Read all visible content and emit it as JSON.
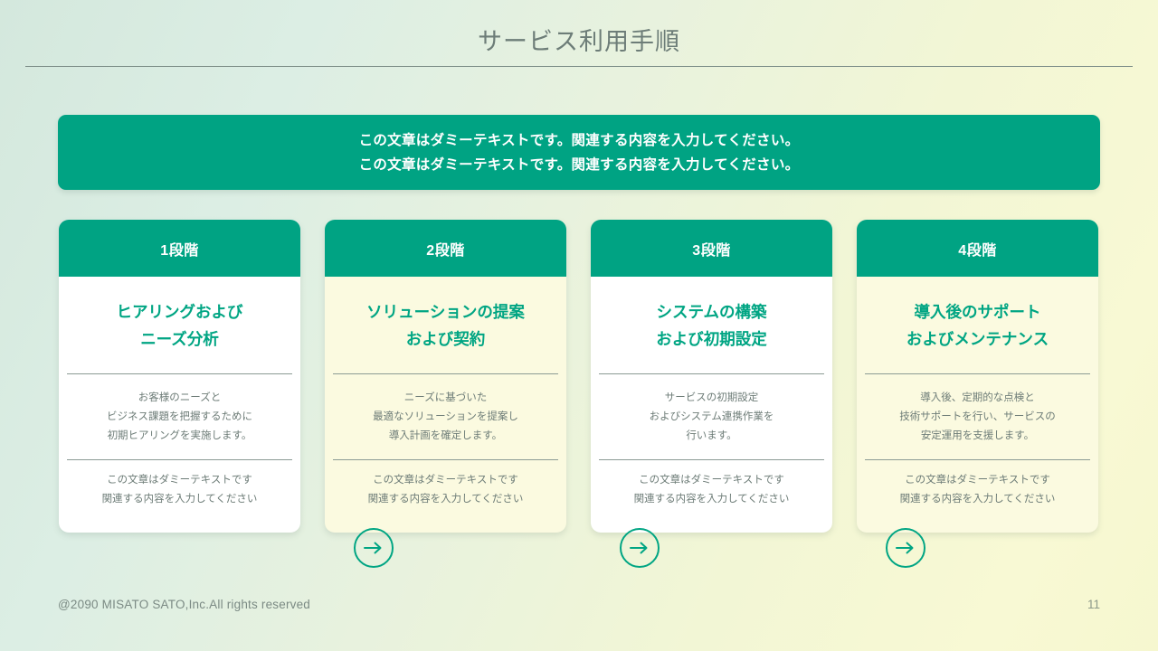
{
  "slide": {
    "title": "サービス利用手順",
    "accent_green": "#00a383",
    "title_color": "#6d7d78",
    "body_color": "#6d7c77"
  },
  "banner": {
    "lines": [
      "この文章はダミーテキストです。関連する内容を入力してください。",
      "この文章はダミーテキストです。関連する内容を入力してください。"
    ]
  },
  "cards": [
    {
      "step": "1段階",
      "title": "ヒアリングおよび\nニーズ分析",
      "title_line1": "ヒアリングおよび",
      "title_line2": "ニーズ分析",
      "desc_line1": "お客様のニーズと",
      "desc_line2": "ビジネス課題を把握するために",
      "desc_line3": "初期ヒアリングを実施します。",
      "note_line1": "この文章はダミーテキストです",
      "note_line2": "関連する内容を入力してください",
      "background": "#ffffff"
    },
    {
      "step": "2段階",
      "title": "ソリューションの提案\nおよび契約",
      "title_line1": "ソリューションの提案",
      "title_line2": "および契約",
      "desc_line1": "ニーズに基づいた",
      "desc_line2": "最適なソリューションを提案し",
      "desc_line3": "導入計画を確定します。",
      "note_line1": "この文章はダミーテキストです",
      "note_line2": "関連する内容を入力してください",
      "background": "#fbfae0"
    },
    {
      "step": "3段階",
      "title": "システムの構築\nおよび初期設定",
      "title_line1": "システムの構築",
      "title_line2": "および初期設定",
      "desc_line1": "サービスの初期設定",
      "desc_line2": "およびシステム連携作業を",
      "desc_line3": "行います。",
      "note_line1": "この文章はダミーテキストです",
      "note_line2": "関連する内容を入力してください",
      "background": "#ffffff"
    },
    {
      "step": "4段階",
      "title": "導入後のサポート\nおよびメンテナンス",
      "title_line1": "導入後のサポート",
      "title_line2": "およびメンテナンス",
      "desc_line1": "導入後、定期的な点検と",
      "desc_line2": "技術サポートを行い、サービスの",
      "desc_line3": "安定運用を支援します。",
      "note_line1": "この文章はダミーテキストです",
      "note_line2": "関連する内容を入力してください",
      "background": "#fbfae0"
    }
  ],
  "connectors": [
    {
      "icon": "arrow-right-circle-icon"
    },
    {
      "icon": "arrow-right-circle-icon"
    },
    {
      "icon": "arrow-right-circle-icon"
    }
  ],
  "footer": {
    "copyright": "@2090 MISATO SATO,Inc.All rights reserved",
    "page_number": "11"
  }
}
